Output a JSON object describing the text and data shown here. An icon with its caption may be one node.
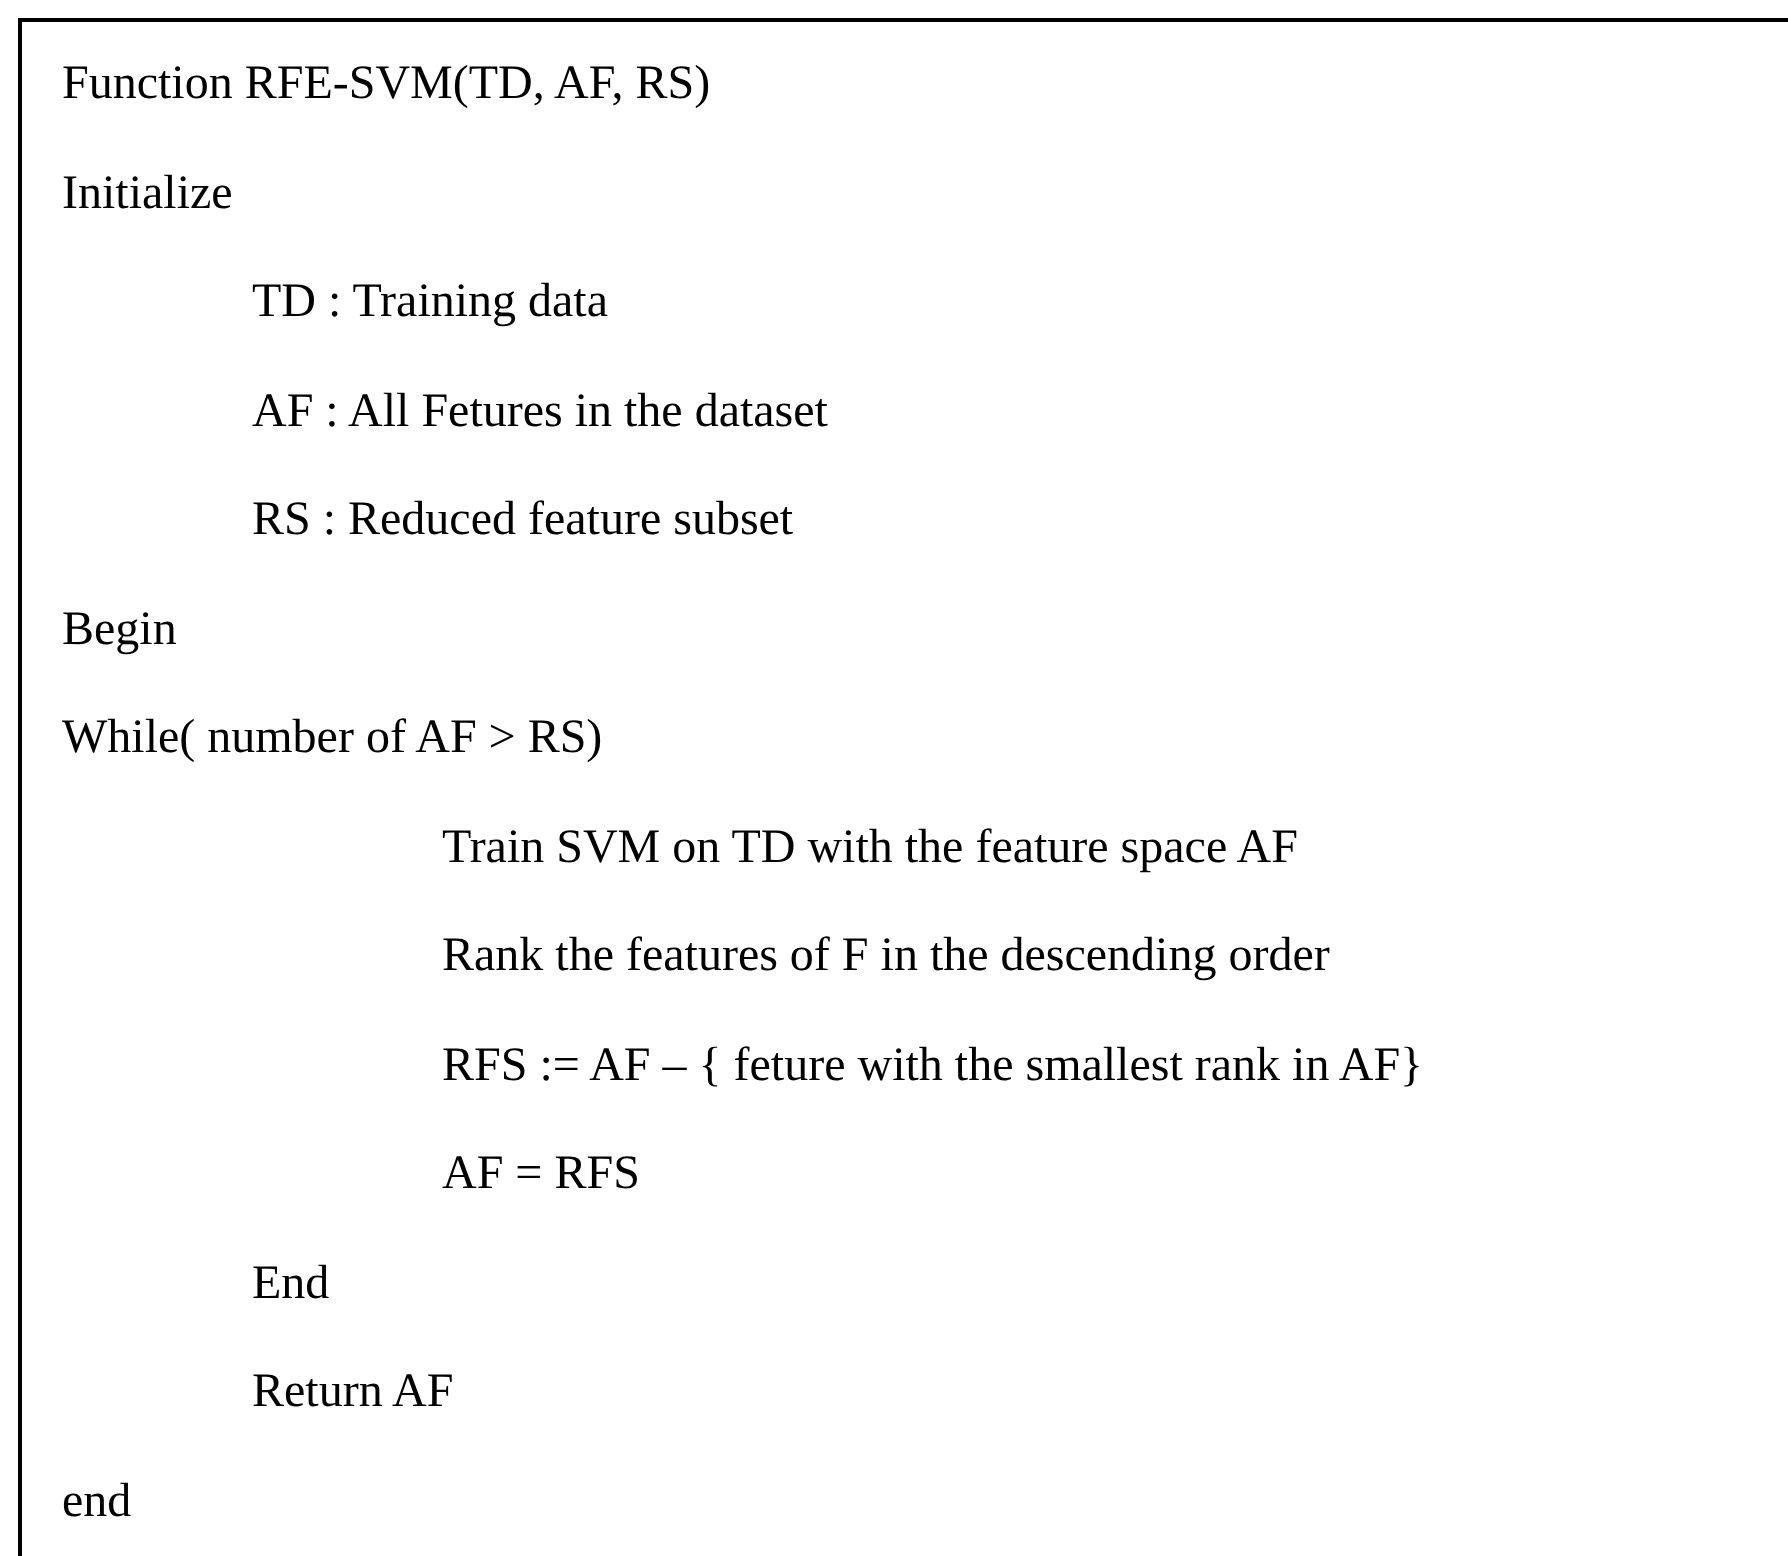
{
  "diagram": {
    "nodes": [
      {
        "text": [
          "Function RFE-SVM(TD, AF, RS)",
          "Initialize",
          "TD : Training data",
          "AF : All Fetures in the dataset",
          "RS : Reduced feature subset",
          "Begin",
          "While( number of AF > RS)",
          "Train SVM on TD with the feature space AF",
          "Rank the features of F in the descending order",
          "RFS := AF – { feture with the smallest rank in AF}",
          "AF = RFS",
          "End",
          "Return AF",
          "end"
        ]
      }
    ]
  }
}
